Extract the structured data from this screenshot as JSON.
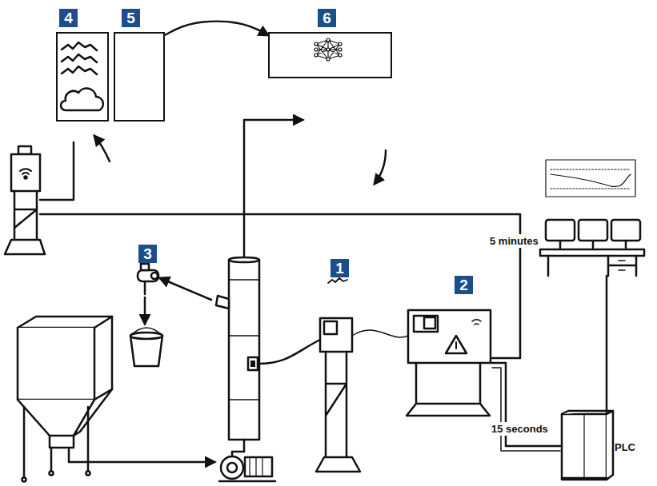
{
  "diagram": {
    "nodes": [
      {
        "text": [
          "4"
        ]
      },
      {
        "text": [
          "5"
        ]
      },
      {
        "text": [
          "6"
        ]
      }
    ],
    "edges": [
      {
        "from": 1,
        "to": 2,
        "arrow": "to"
      }
    ],
    "labels": [
      "3",
      "1",
      "2",
      "5 minutes",
      "15 seconds",
      "PLC"
    ]
  }
}
